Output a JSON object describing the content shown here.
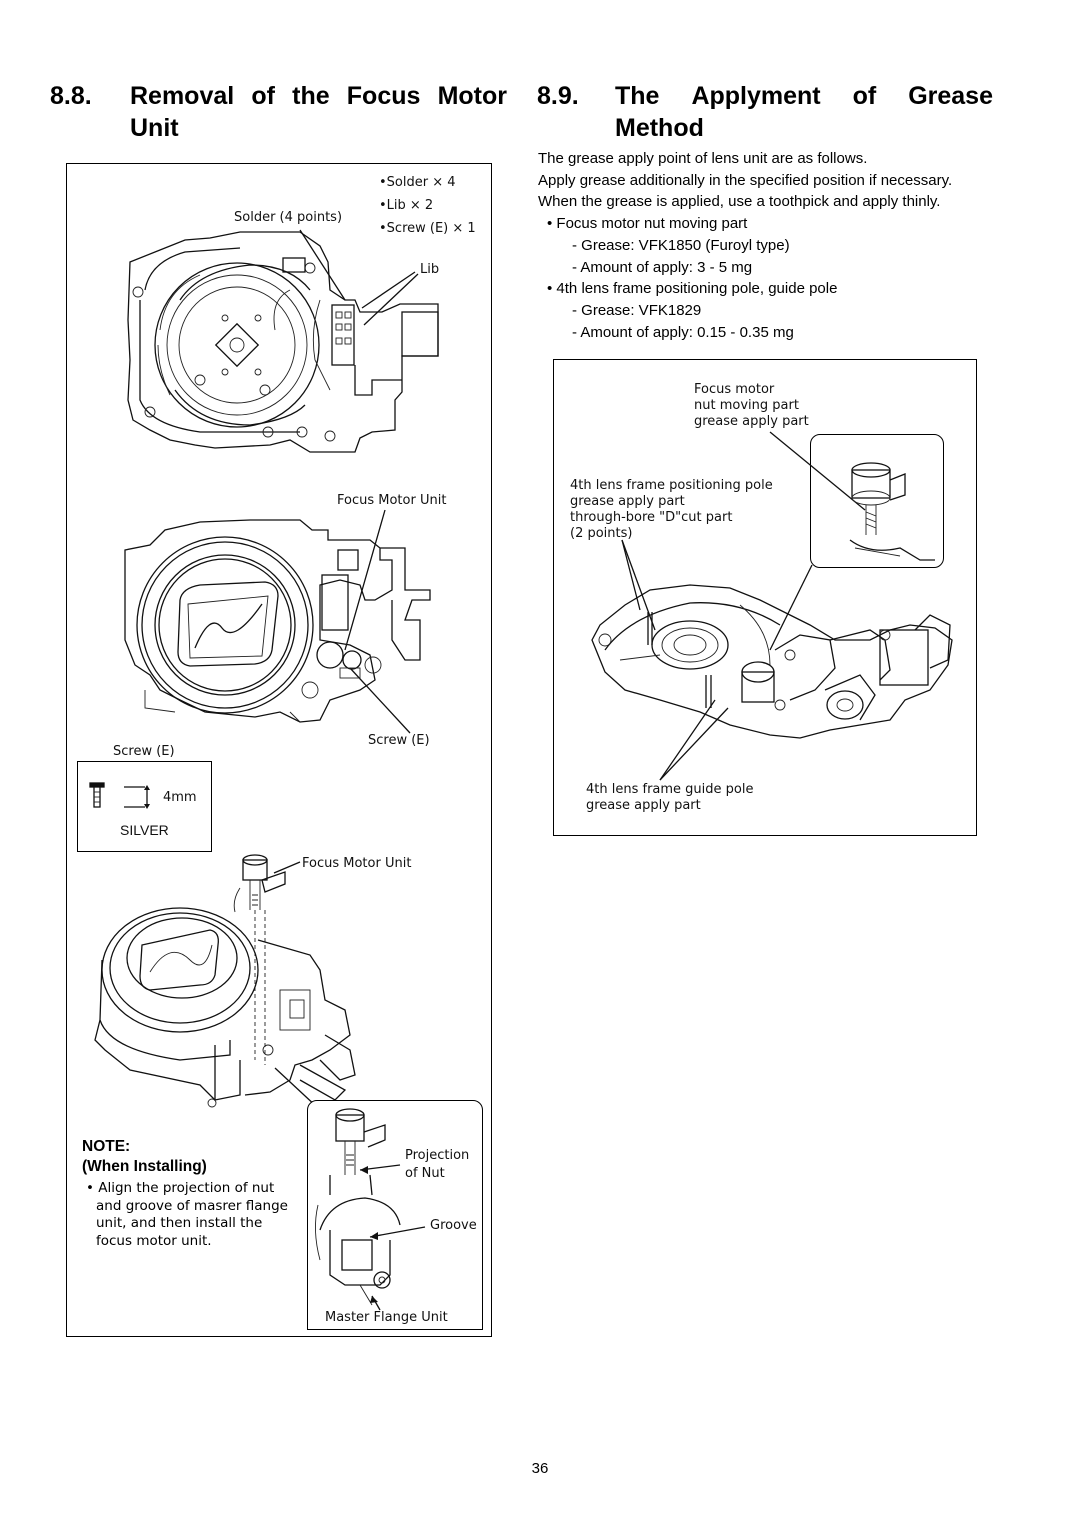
{
  "section_left": {
    "number": "8.8.",
    "title_line1": "Removal of the Focus Motor",
    "title_line2": "Unit"
  },
  "section_right": {
    "number": "8.9.",
    "title_word1": "The",
    "title_word2": "Applyment",
    "title_word3": "of",
    "title_word4": "Grease",
    "title_line2": "Method"
  },
  "right_text": {
    "line1": "The grease apply point of lens unit are as follows.",
    "line2": "Apply grease additionally in the specified position if necessary.",
    "line3": "When the grease is applied, use a toothpick and apply thinly.",
    "bullet1": "• Focus motor nut moving part",
    "bullet1_sub1": "- Grease: VFK1850 (Furoyl type)",
    "bullet1_sub2": "- Amount of apply: 3 - 5 mg",
    "bullet2": "• 4th lens frame positioning pole, guide pole",
    "bullet2_sub1": "- Grease: VFK1829",
    "bullet2_sub2": "- Amount of apply: 0.15 - 0.35 mg"
  },
  "left_figure": {
    "list_solder": "•Solder × 4",
    "list_lib": "•Lib × 2",
    "list_screw": "•Screw (E) × 1",
    "label_solder_points": "Solder (4 points)",
    "label_lib": "Lib",
    "label_focus_motor_unit_1": "Focus Motor Unit",
    "label_screw_e_right": "Screw (E)",
    "label_screw_e_left": "Screw (E)",
    "screw_size": "4mm",
    "screw_color": "SILVER",
    "label_focus_motor_unit_2": "Focus Motor Unit",
    "note_title": "NOTE:",
    "note_subtitle": "(When Installing)",
    "note_line1": "• Align the projection of nut",
    "note_line2": "and groove of masrer flange",
    "note_line3": "unit, and then install the",
    "note_line4": "focus motor unit.",
    "label_projection_1": "Projection",
    "label_projection_2": "of Nut",
    "label_groove": "Groove",
    "label_master_flange": "Master Flange Unit"
  },
  "right_figure": {
    "focus_label_1": "Focus motor",
    "focus_label_2": "nut moving part",
    "focus_label_3": "grease apply part",
    "pole_label_1": "4th lens frame positioning pole",
    "pole_label_2": "grease apply part",
    "pole_label_3": "through-bore \"D\"cut part",
    "pole_label_4": "(2 points)",
    "guide_label_1": "4th lens frame guide pole",
    "guide_label_2": "grease apply part"
  },
  "page_number": "36"
}
